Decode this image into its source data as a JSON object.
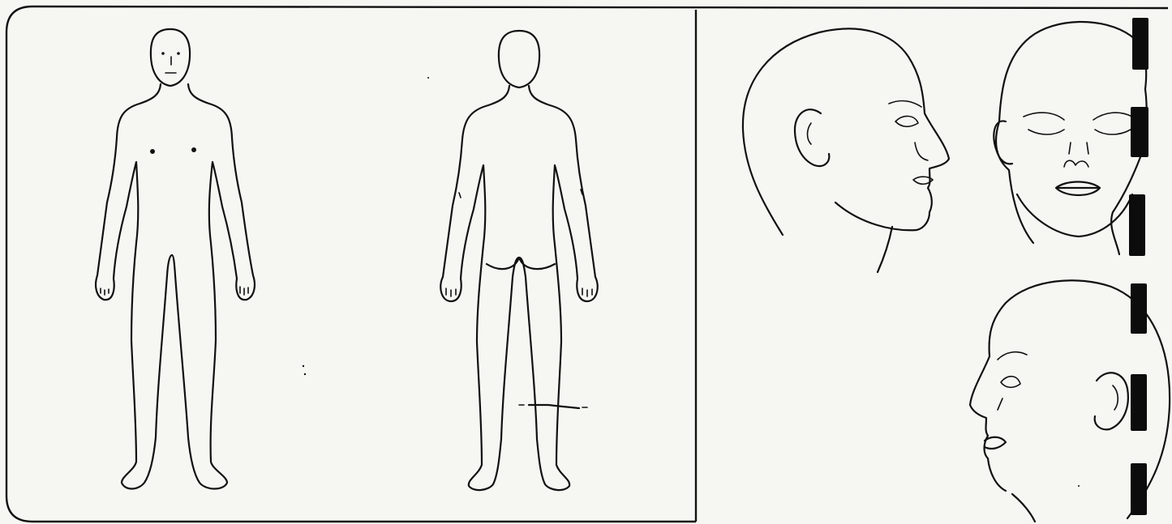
{
  "diagram": {
    "left_panel": [
      "front-body-figure",
      "back-body-figure"
    ],
    "right_panel": [
      "head-right-profile",
      "head-front-view",
      "head-left-profile"
    ],
    "colors": {
      "paper": "#f6f6f2",
      "ink": "#111111",
      "binding_tabs": "#0c0c0c"
    },
    "marks": {
      "chest_dots": 2,
      "binding_tabs": 6
    }
  }
}
